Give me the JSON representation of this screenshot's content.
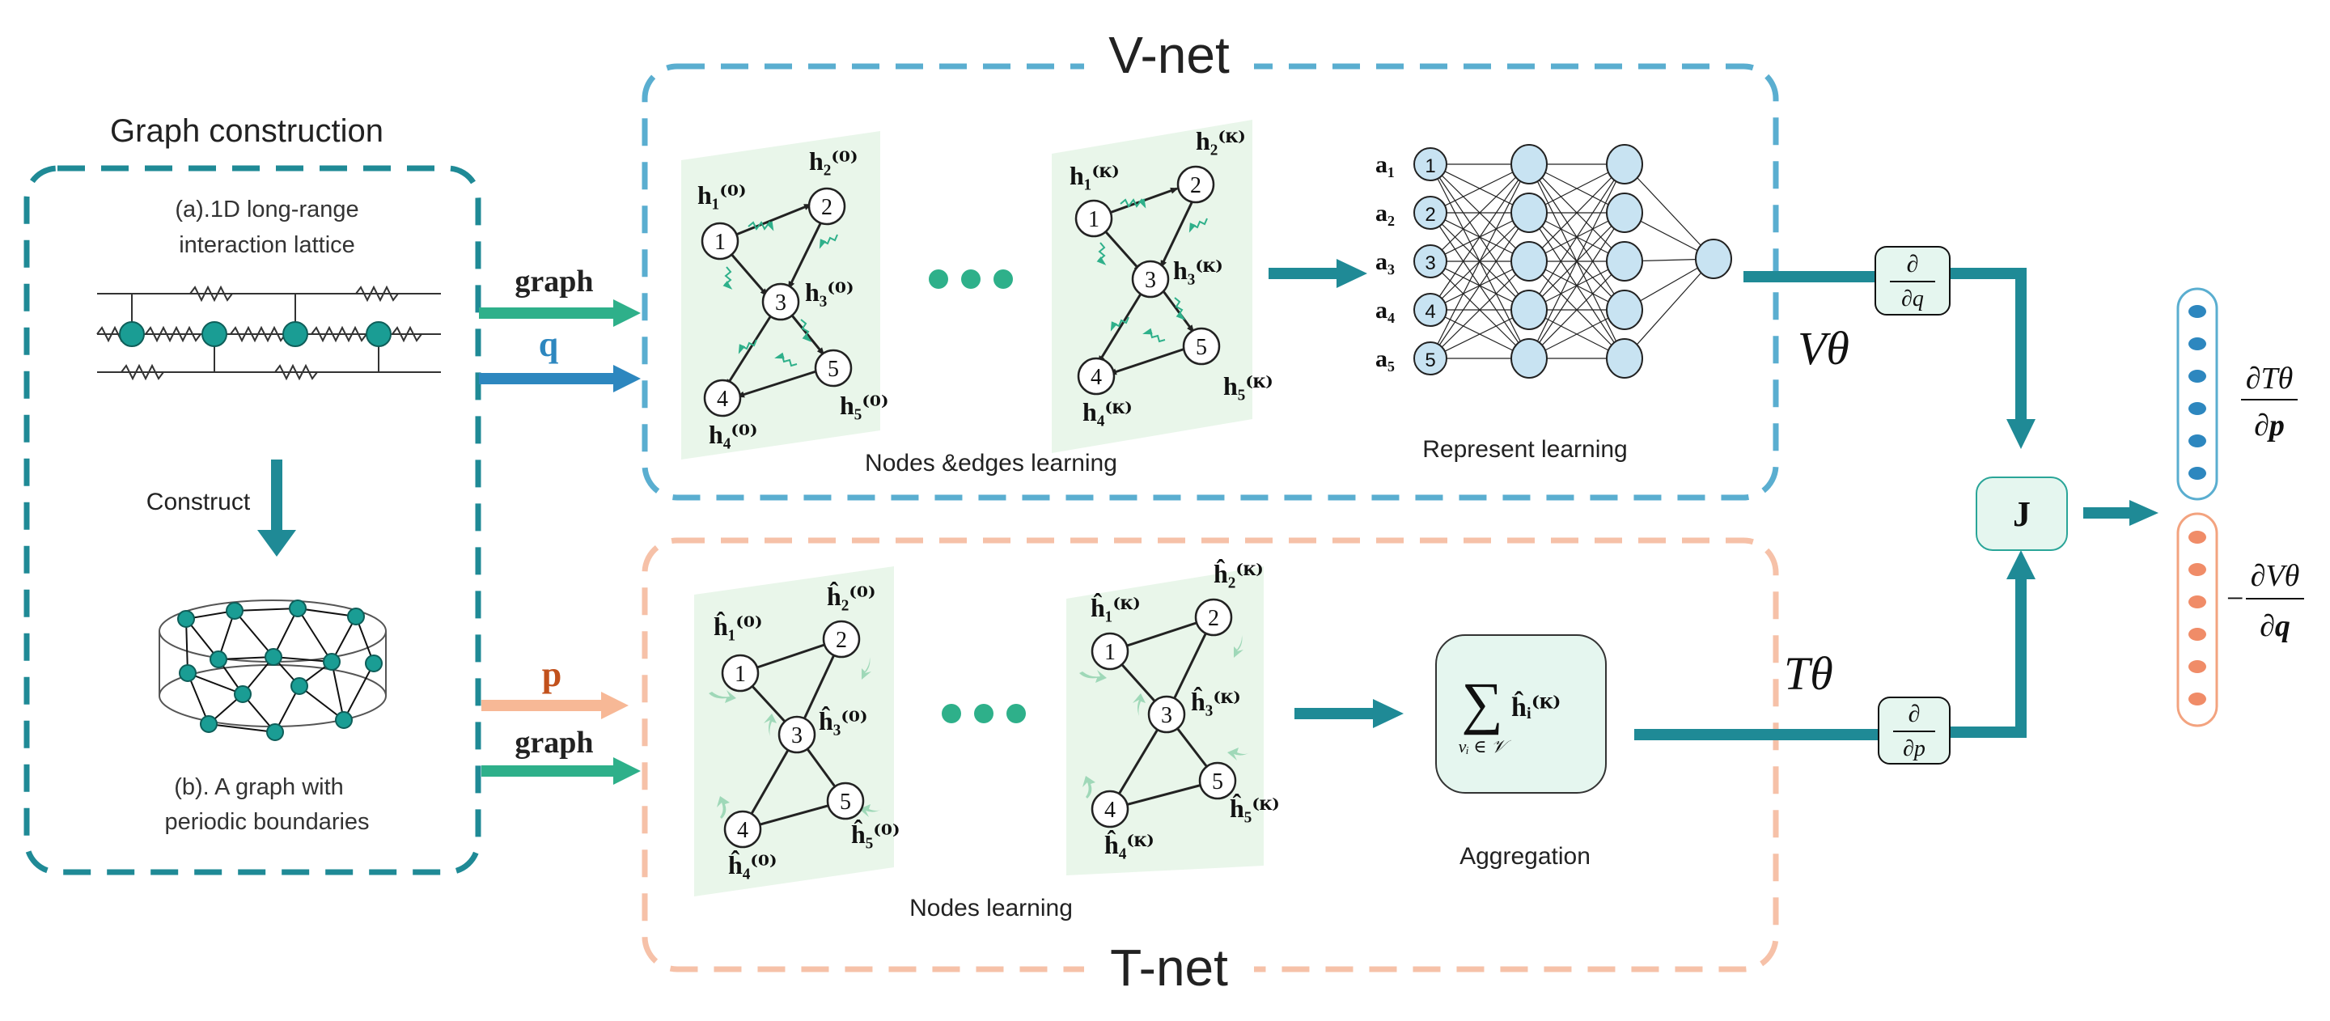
{
  "colors": {
    "teal": "#1f8a96",
    "vnet_border": "#5aaed0",
    "tnet_border": "#f6c1a8",
    "green_arrow": "#2eb08a",
    "blue_arrow": "#2d87bf",
    "orange_arrow": "#f7b896",
    "panel_fill": "#e9f6ea",
    "node_fill": "#c8e3f2",
    "p_label": "#c2511c",
    "q_label": "#2d87bf"
  },
  "graph_construction": {
    "title": "Graph construction",
    "lattice_caption_line1": "(a).1D long-range",
    "lattice_caption_line2": "interaction lattice",
    "construct_label": "Construct",
    "graph_caption_line1": "(b). A graph with",
    "graph_caption_line2": "periodic boundaries"
  },
  "inputs": {
    "top_graph": "graph",
    "q": "q",
    "p": "p",
    "bottom_graph": "graph"
  },
  "vnet": {
    "title": "V-net",
    "caption_learning": "Nodes &edges learning",
    "caption_represent": "Represent learning",
    "panel1_labels": {
      "h1": "h₁⁽⁰⁾",
      "h2": "h₂⁽⁰⁾",
      "h3": "h₃⁽⁰⁾",
      "h4": "h₄⁽⁰⁾",
      "h5": "h₅⁽⁰⁾"
    },
    "panel2_labels": {
      "h1": "h₁⁽ᴷ⁾",
      "h2": "h₂⁽ᴷ⁾",
      "h3": "h₃⁽ᴷ⁾",
      "h4": "h₄⁽ᴷ⁾",
      "h5": "h₅⁽ᴷ⁾"
    },
    "node_numbers": [
      "1",
      "2",
      "3",
      "4",
      "5"
    ],
    "input_labels": [
      "a₁",
      "a₂",
      "a₃",
      "a₄",
      "a₅"
    ],
    "output_label": "Vθ",
    "derivative_op": {
      "num": "∂",
      "den": "∂q"
    }
  },
  "tnet": {
    "title": "T-net",
    "caption_learning": "Nodes learning",
    "caption_aggregation": "Aggregation",
    "panel1_labels": {
      "h1": "ĥ₁⁽⁰⁾",
      "h2": "ĥ₂⁽⁰⁾",
      "h3": "ĥ₃⁽⁰⁾",
      "h4": "ĥ₄⁽⁰⁾",
      "h5": "ĥ₅⁽⁰⁾"
    },
    "panel2_labels": {
      "h1": "ĥ₁⁽ᴷ⁾",
      "h2": "ĥ₂⁽ᴷ⁾",
      "h3": "ĥ₃⁽ᴷ⁾",
      "h4": "ĥ₄⁽ᴷ⁾",
      "h5": "ĥ₅⁽ᴷ⁾"
    },
    "aggregation_symbol": "∑",
    "aggregation_subscript": "vᵢ ∈ 𝒱",
    "aggregation_term": "ĥᵢ⁽ᴷ⁾",
    "output_label": "Tθ",
    "derivative_op": {
      "num": "∂",
      "den": "∂p"
    }
  },
  "jacobian": {
    "label": "J"
  },
  "outputs": {
    "dT_num": "∂Tθ",
    "dT_den": "∂p",
    "dV_minus": "−",
    "dV_num": "∂Vθ",
    "dV_den": "∂q"
  }
}
